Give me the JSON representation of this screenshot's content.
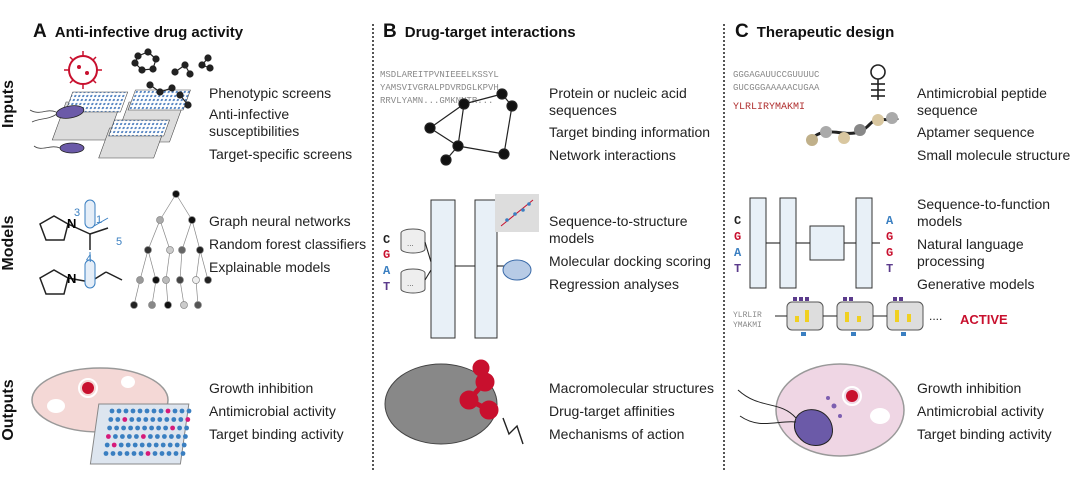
{
  "row_labels": {
    "inputs": "Inputs",
    "models": "Models",
    "outputs": "Outputs"
  },
  "panels": {
    "A": {
      "letter": "A",
      "title": "Anti-infective drug activity",
      "inputs": [
        "Phenotypic screens",
        "Anti-infective",
        "susceptibilities",
        "Target-specific screens"
      ],
      "models": [
        "Graph neural networks",
        "Random forest classifiers",
        "Explainable models"
      ],
      "outputs": [
        "Growth inhibition",
        "Antimicrobial activity",
        "Target binding activity"
      ],
      "diagram_numbers": [
        "3",
        "1",
        "5",
        "4"
      ]
    },
    "B": {
      "letter": "B",
      "title": "Drug-target interactions",
      "sequence_lines": [
        "MSDLAREITPVNIEEELKSSYL",
        "YAMSVIVGRALPDVRDGLKPVH",
        "RRVLYAMN...GMKNNTR..."
      ],
      "inputs": [
        "Protein or nucleic acid",
        "sequences",
        "Target binding information",
        "Network interactions"
      ],
      "models": [
        "Sequence-to-structure",
        "models",
        "Molecular docking scoring",
        "Regression analyses"
      ],
      "outputs": [
        "Macromolecular structures",
        "Drug-target affinities",
        "Mechanisms of action"
      ],
      "nucleotides": [
        "C",
        "G",
        "A",
        "T"
      ],
      "db_dots": [
        "...",
        "..."
      ]
    },
    "C": {
      "letter": "C",
      "title": "Therapeutic design",
      "sequence_lines": [
        "GGGAGAUUCCGUUUUC",
        "GUCGGGAAAAACUGAA"
      ],
      "peptide": "YLRLIRYMAKMI",
      "inputs": [
        "Antimicrobial peptide",
        "sequence",
        "Aptamer sequence",
        "Small molecule structure"
      ],
      "models": [
        "Sequence-to-function",
        "models",
        "Natural language",
        "processing",
        "Generative models"
      ],
      "outputs": [
        "Growth inhibition",
        "Antimicrobial activity",
        "Target binding activity"
      ],
      "nucleotides_in": [
        "C",
        "G",
        "A",
        "T"
      ],
      "nucleotides_out": [
        "A",
        "G",
        "G",
        "T"
      ],
      "gen_seq": [
        "YLRLIR",
        "YMAKMI"
      ],
      "active_label": "ACTIVE",
      "ellipsis": "...."
    }
  },
  "colors": {
    "accent_blue": "#3a7fc1",
    "red": "#c8102e",
    "purple": "#5b3b8c",
    "peptide_red": "#b03030"
  }
}
